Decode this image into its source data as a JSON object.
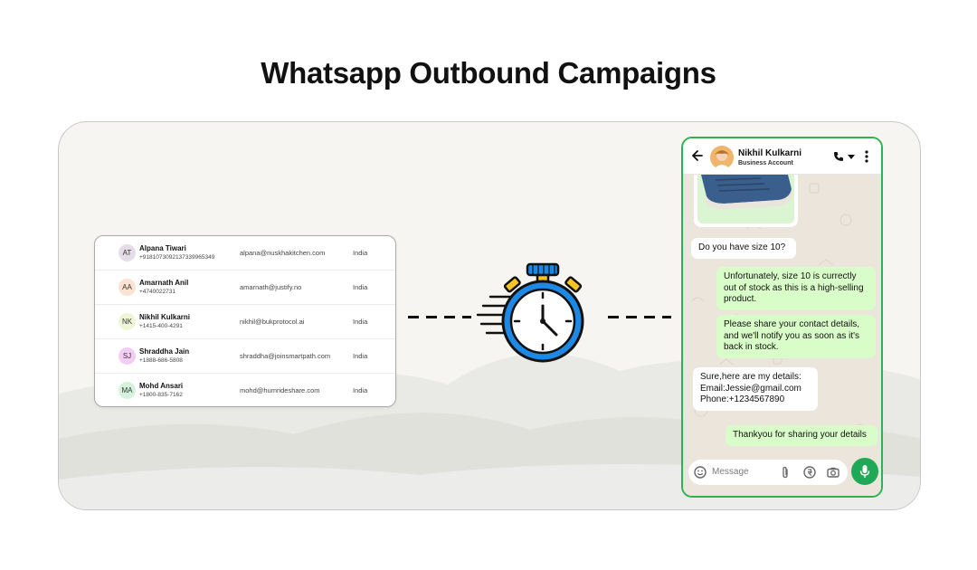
{
  "title": "Whatsapp Outbound Campaigns",
  "contacts": [
    {
      "initials": "AT",
      "name": "Alpana Tiwari",
      "phone": "+918107309213733996534​9",
      "email": "alpana@nuskhakitchen.com",
      "country": "India",
      "color": "#e4dde8"
    },
    {
      "initials": "AA",
      "name": "Amarnath Anil",
      "phone": "+4740022731",
      "email": "amarnath@justify.no",
      "country": "India",
      "color": "#fbe2d2"
    },
    {
      "initials": "NK",
      "name": "Nikhil Kulkarni",
      "phone": "+1415-400-4291",
      "email": "nikhil@bukprotocol.ai",
      "country": "India",
      "color": "#eef6d6"
    },
    {
      "initials": "SJ",
      "name": "Shraddha Jain",
      "phone": "+1888-686-5808",
      "email": "shraddha@joinsmartpath.com",
      "country": "India",
      "color": "#f3cdf3"
    },
    {
      "initials": "MA",
      "name": "Mohd Ansari",
      "phone": "+1800-835-7162",
      "email": "mohd@humrideshare.com",
      "country": "India",
      "color": "#d3f3dc"
    }
  ],
  "chat": {
    "contact_name": "Nikhil Kulkarni",
    "contact_subtitle": "Business Account",
    "messages": {
      "m1": "Do you have size 10?",
      "m2": "Unfortunately, size 10 is currectly out of stock as this is a high-selling product.",
      "m3": "Please share your contact details, and we'll notify you as soon as it's back in stock.",
      "m4": "Sure,here are my details: Email:Jessie@gmail.com Phone:+1234567890",
      "m5": "Thankyou for sharing your details"
    },
    "input_placeholder": "Message"
  },
  "colors": {
    "whatsapp_green": "#1fa855",
    "frame_green": "#2eb24f",
    "outgoing_bubble": "#d9fdc8",
    "timer_blue": "#1e88e5"
  }
}
